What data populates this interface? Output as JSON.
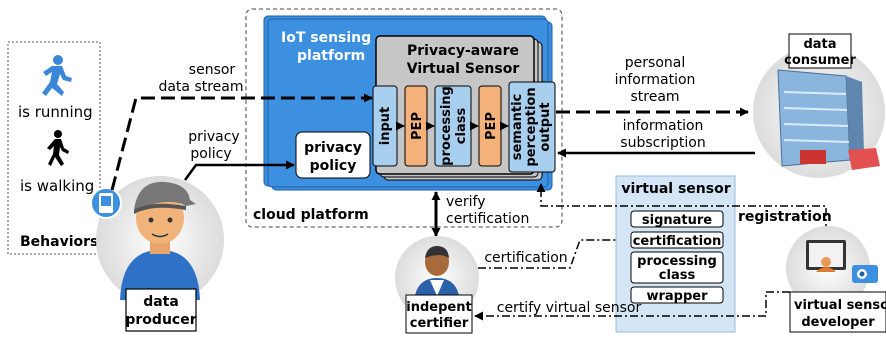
{
  "behaviors": {
    "title": "Behaviors",
    "running": "is running",
    "walking": "is walking"
  },
  "producer": {
    "line1": "data",
    "line2": "producer"
  },
  "stream": {
    "line1": "sensor",
    "line2": "data stream"
  },
  "policy_label": {
    "line1": "privacy",
    "line2": "policy"
  },
  "cloud": {
    "label": "cloud platform",
    "iot_line1": "IoT sensing",
    "iot_line2": "platform",
    "policy_line1": "privacy",
    "policy_line2": "policy"
  },
  "vs": {
    "title1": "Privacy-aware",
    "title2": "Virtual Sensor",
    "input": "input",
    "pep1": "PEP",
    "processing1": "processing",
    "processing2": "class",
    "pep2": "PEP",
    "semantic1": "semantic",
    "semantic2": "perception",
    "semantic3": "output"
  },
  "consumer": {
    "line1": "data",
    "line2": "consumer"
  },
  "personal": {
    "line1": "personal",
    "line2": "information",
    "line3": "stream"
  },
  "subscription": {
    "line1": "information",
    "line2": "subscription"
  },
  "verify": {
    "line1": "verify",
    "line2": "certification"
  },
  "certification_label": "certification",
  "virtual_sensor": {
    "title": "virtual sensor",
    "signature": "signature",
    "certification": "certification",
    "processing1": "processing",
    "processing2": "class",
    "wrapper": "wrapper"
  },
  "registration": "registration",
  "certify_vs": "certify virtual sensor",
  "certifier": {
    "line1": "indepent",
    "line2": "certifier"
  },
  "developer": {
    "line1": "virtual senso",
    "line2": "developer"
  },
  "colors": {
    "platform_blue": "#3d8fe0",
    "module_blue": "#a9cfee",
    "pep_orange": "#f4b27a",
    "virtual_sensor_bg": "#d4e6f6"
  }
}
